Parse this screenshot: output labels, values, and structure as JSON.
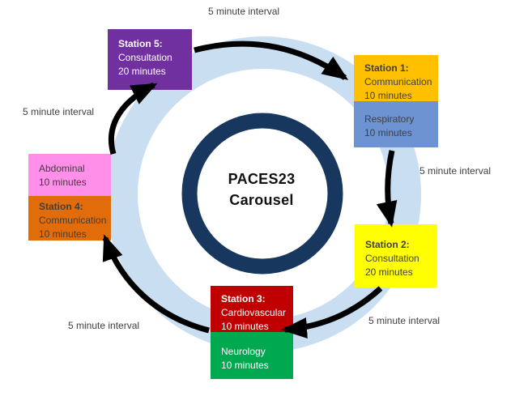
{
  "center": {
    "line1": "PACES23",
    "line2": "Carousel"
  },
  "interval_labels": {
    "top": "5 minute interval",
    "upper_left": "5 minute interval",
    "right": "5 minute interval",
    "lower_right": "5 minute interval",
    "lower_left": "5 minute interval"
  },
  "stations": {
    "station5": {
      "title": "Station 5:",
      "subject": "Consultation",
      "duration": "20 minutes",
      "color": "#7030A0"
    },
    "station1": {
      "title": "Station 1:",
      "subject": "Communication",
      "duration": "10 minutes",
      "color": "#FFC000"
    },
    "station1_second": {
      "subject": "Respiratory",
      "duration": "10 minutes",
      "color": "#6D93D2"
    },
    "station2": {
      "title": "Station 2:",
      "subject": "Consultation",
      "duration": "20 minutes",
      "color": "#FFFF00"
    },
    "station3": {
      "title": "Station 3:",
      "subject": "Cardiovascular",
      "duration": "10 minutes",
      "color": "#C00000"
    },
    "station3_second": {
      "subject": "Neurology",
      "duration": "10 minutes",
      "color": "#00A84F"
    },
    "station4": {
      "title": "Station 4:",
      "subject": "Communication",
      "duration": "10 minutes",
      "color": "#E36C0A"
    },
    "station4_second": {
      "subject": "Abdominal",
      "duration": "10 minutes",
      "color": "#FF8FE8"
    }
  },
  "colors": {
    "track_ring": "#C9DEF1",
    "center_ring": "#17375E",
    "arrow": "#000000"
  }
}
